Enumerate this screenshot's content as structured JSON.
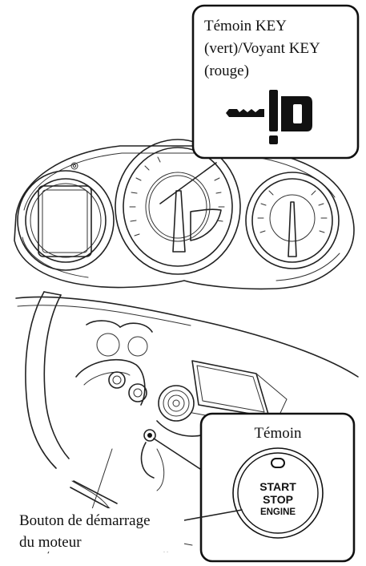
{
  "top_callout": {
    "lines": [
      "Témoin KEY",
      "(vert)/Voyant KEY",
      "(rouge)"
    ],
    "icon": "key-warning-icon"
  },
  "bottom_callout": {
    "title": "Témoin",
    "button_lines": [
      "START",
      "STOP",
      "ENGINE"
    ]
  },
  "start_label": {
    "lines": [
      "Bouton de démarrage",
      "du moteur"
    ]
  },
  "colors": {
    "line": "#222222",
    "background": "#ffffff"
  }
}
